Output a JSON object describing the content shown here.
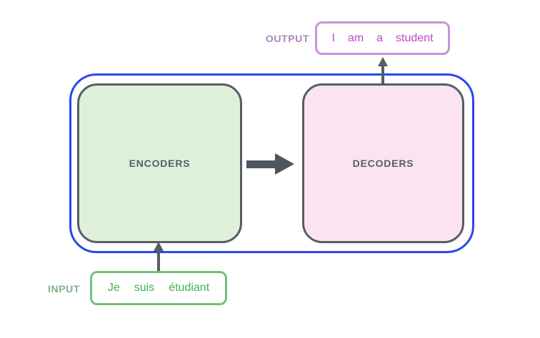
{
  "diagram": {
    "title": "transformer-encoder-decoder-overview",
    "output": {
      "label": "OUTPUT",
      "tokens": [
        "I",
        "am",
        "a",
        "student"
      ]
    },
    "input": {
      "label": "INPUT",
      "tokens": [
        "Je",
        "suis",
        "étudiant"
      ]
    },
    "encoders": {
      "label": "ENCODERS"
    },
    "decoders": {
      "label": "DECODERS"
    },
    "colors": {
      "container_border": "#2b46ee",
      "block_border": "#555d65",
      "encoders_fill": "#def0da",
      "decoders_fill": "#fbe3f0",
      "arrow": "#4d565e",
      "output_box_border": "#c893d8",
      "output_text": "#c04ac6",
      "output_label": "#aa86bc",
      "input_box_border": "#6fc277",
      "input_text": "#45b14d",
      "input_label": "#84b089"
    }
  }
}
